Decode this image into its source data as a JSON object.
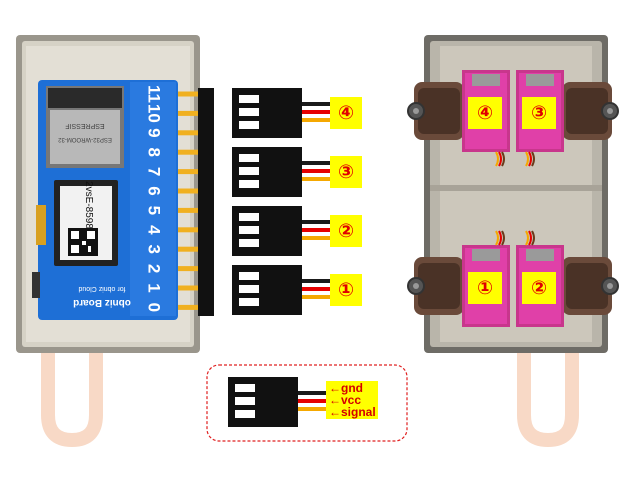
{
  "board": {
    "brand_label": "obniz Board",
    "sub_label": "for obniz Cloud",
    "module_label": "ESPRESSIF",
    "module_model": "ESP32-WROOM-32",
    "screen_code": "2vsE-8598",
    "pins": [
      "11",
      "10",
      "9",
      "8",
      "7",
      "6",
      "5",
      "4",
      "3",
      "2",
      "1",
      "0"
    ]
  },
  "connectors": {
    "numbers": [
      "④",
      "③",
      "②",
      "①"
    ],
    "wire_colors": [
      "#1a1a1a",
      "#e60000",
      "#f5a800"
    ]
  },
  "servos": {
    "numbers": [
      "④",
      "③",
      "①",
      "②"
    ]
  },
  "legend": {
    "gnd": "←gnd",
    "vcc": "←vcc",
    "signal": "←signal"
  },
  "colors": {
    "board_blue": "#1e6fd6",
    "label_yellow": "#ffff00",
    "number_red": "#e00000",
    "servo_pink": "#e040a8",
    "case_grey": "#c8c3b6"
  }
}
